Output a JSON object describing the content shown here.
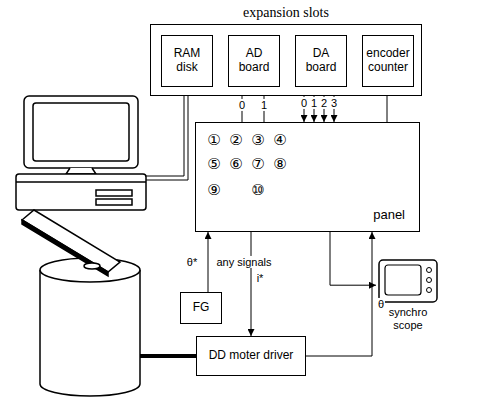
{
  "diagram": {
    "nodes": [
      {
        "text": [
          "expansion slots"
        ]
      },
      {
        "text": [
          "RAM disk"
        ],
        "in": 0
      },
      {
        "text": [
          "AD board"
        ],
        "in": 0
      },
      {
        "text": [
          "DA board"
        ],
        "in": 0
      },
      {
        "text": [
          "encoder counter"
        ],
        "in": 0
      },
      {
        "text": [
          "panel"
        ]
      },
      {
        "text": [
          "FG"
        ]
      },
      {
        "text": [
          "DD moter driver"
        ]
      },
      {
        "text": [
          "synchro scope"
        ]
      }
    ],
    "edges": [
      {
        "from": 5,
        "to": 2,
        "arrow": "to",
        "label": "0"
      },
      {
        "from": 5,
        "to": 2,
        "arrow": "to",
        "label": "1"
      },
      {
        "from": 3,
        "to": 5,
        "arrow": "to",
        "label": "0"
      },
      {
        "from": 3,
        "to": 5,
        "arrow": "to",
        "label": "1"
      },
      {
        "from": 3,
        "to": 5,
        "arrow": "to",
        "label": "2"
      },
      {
        "from": 3,
        "to": 5,
        "arrow": "to",
        "label": "3"
      },
      {
        "from": 5,
        "to": 4,
        "arrow": "to"
      },
      {
        "from": 6,
        "to": 5,
        "arrow": "to",
        "label": "any signals"
      },
      {
        "from": 5,
        "to": 7,
        "arrow": "to",
        "label": "i*"
      },
      {
        "from": 7,
        "to": 5,
        "arrow": "to",
        "label": "θ"
      },
      {
        "from": 5,
        "to": 8,
        "arrow": "to"
      }
    ],
    "labels": [
      "θ*",
      "①",
      "②",
      "③",
      "④",
      "⑤",
      "⑥",
      "⑦",
      "⑧",
      "⑨",
      "⑩"
    ]
  }
}
